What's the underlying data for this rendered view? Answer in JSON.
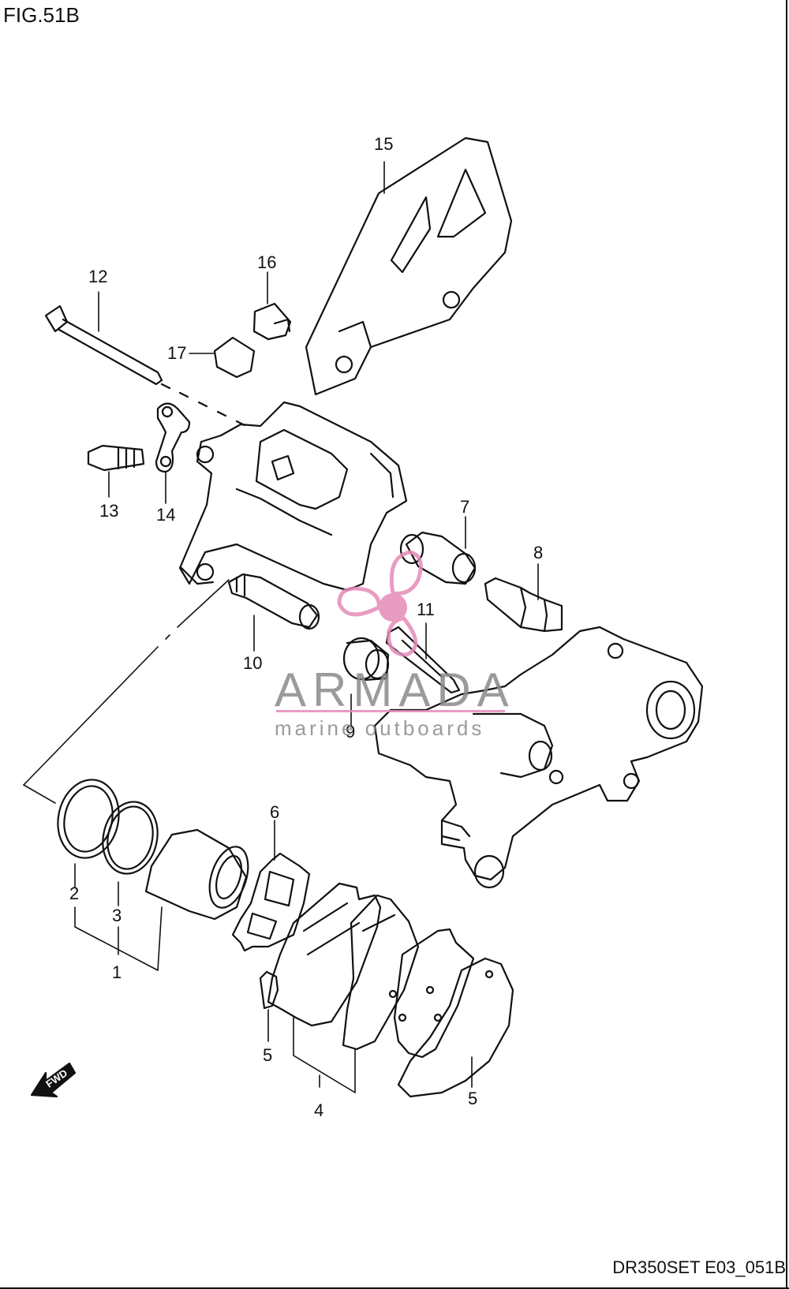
{
  "figure": {
    "title": "FIG.51B",
    "code": "DR350SET E03_051B"
  },
  "callouts": [
    "1",
    "2",
    "3",
    "4",
    "5",
    "5",
    "6",
    "7",
    "8",
    "9",
    "10",
    "11",
    "12",
    "13",
    "14",
    "15",
    "16",
    "17"
  ],
  "watermark": {
    "brand": "ARMADA",
    "tagline": "marine outboards",
    "color": "#e58bb8"
  },
  "fwd_label": "FWD"
}
